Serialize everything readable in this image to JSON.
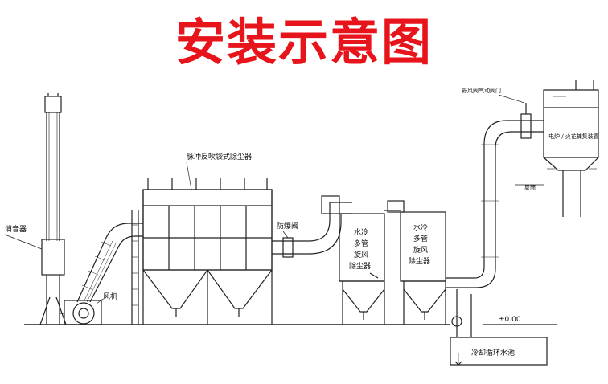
{
  "title": "安装示意图",
  "labels": {
    "silencer": "消音器",
    "fan": "风机",
    "baghouse": "脉冲反吹袋式除尘器",
    "explosion_valve": "防爆阀",
    "cyclone_1": [
      "水冷",
      "多管",
      "旋风",
      "除尘器"
    ],
    "cyclone_2": [
      "水冷",
      "多管",
      "旋风",
      "除尘器"
    ],
    "cold_air_valve": "野风阀气动阀门",
    "furnace": "电炉 / 火花捕集装置",
    "floor": "屋面",
    "ground_level": "±0.00",
    "cooling_pool": "冷却循环水池"
  }
}
